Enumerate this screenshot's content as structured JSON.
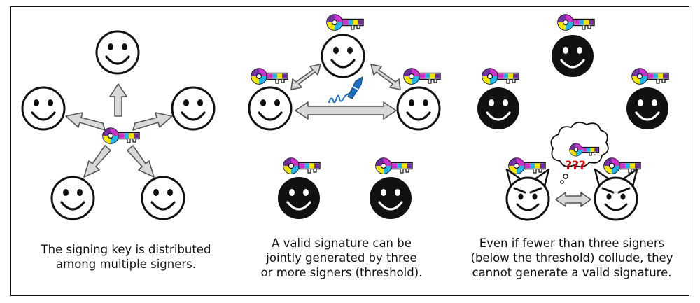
{
  "panels": [
    {
      "caption_lines": [
        "The signing key is distributed",
        "among multiple signers."
      ]
    },
    {
      "caption_lines": [
        "A valid signature can be",
        "jointly generated by three",
        "or more signers (threshold)."
      ]
    },
    {
      "caption_lines": [
        "Even if fewer than three signers",
        "(below the threshold) collude, they",
        "cannot generate a valid signature."
      ]
    }
  ],
  "thought_text": "???",
  "colors": {
    "ink": "#111111",
    "arrow_fill": "#d9d9d9",
    "arrow_stroke": "#555555",
    "key_magenta": "#cc33cc",
    "key_yellow": "#f2e600",
    "key_cyan": "#22b5e8",
    "key_purple": "#7030a0",
    "thought_text": "#e00000",
    "pen_blue": "#1f6fc0"
  }
}
